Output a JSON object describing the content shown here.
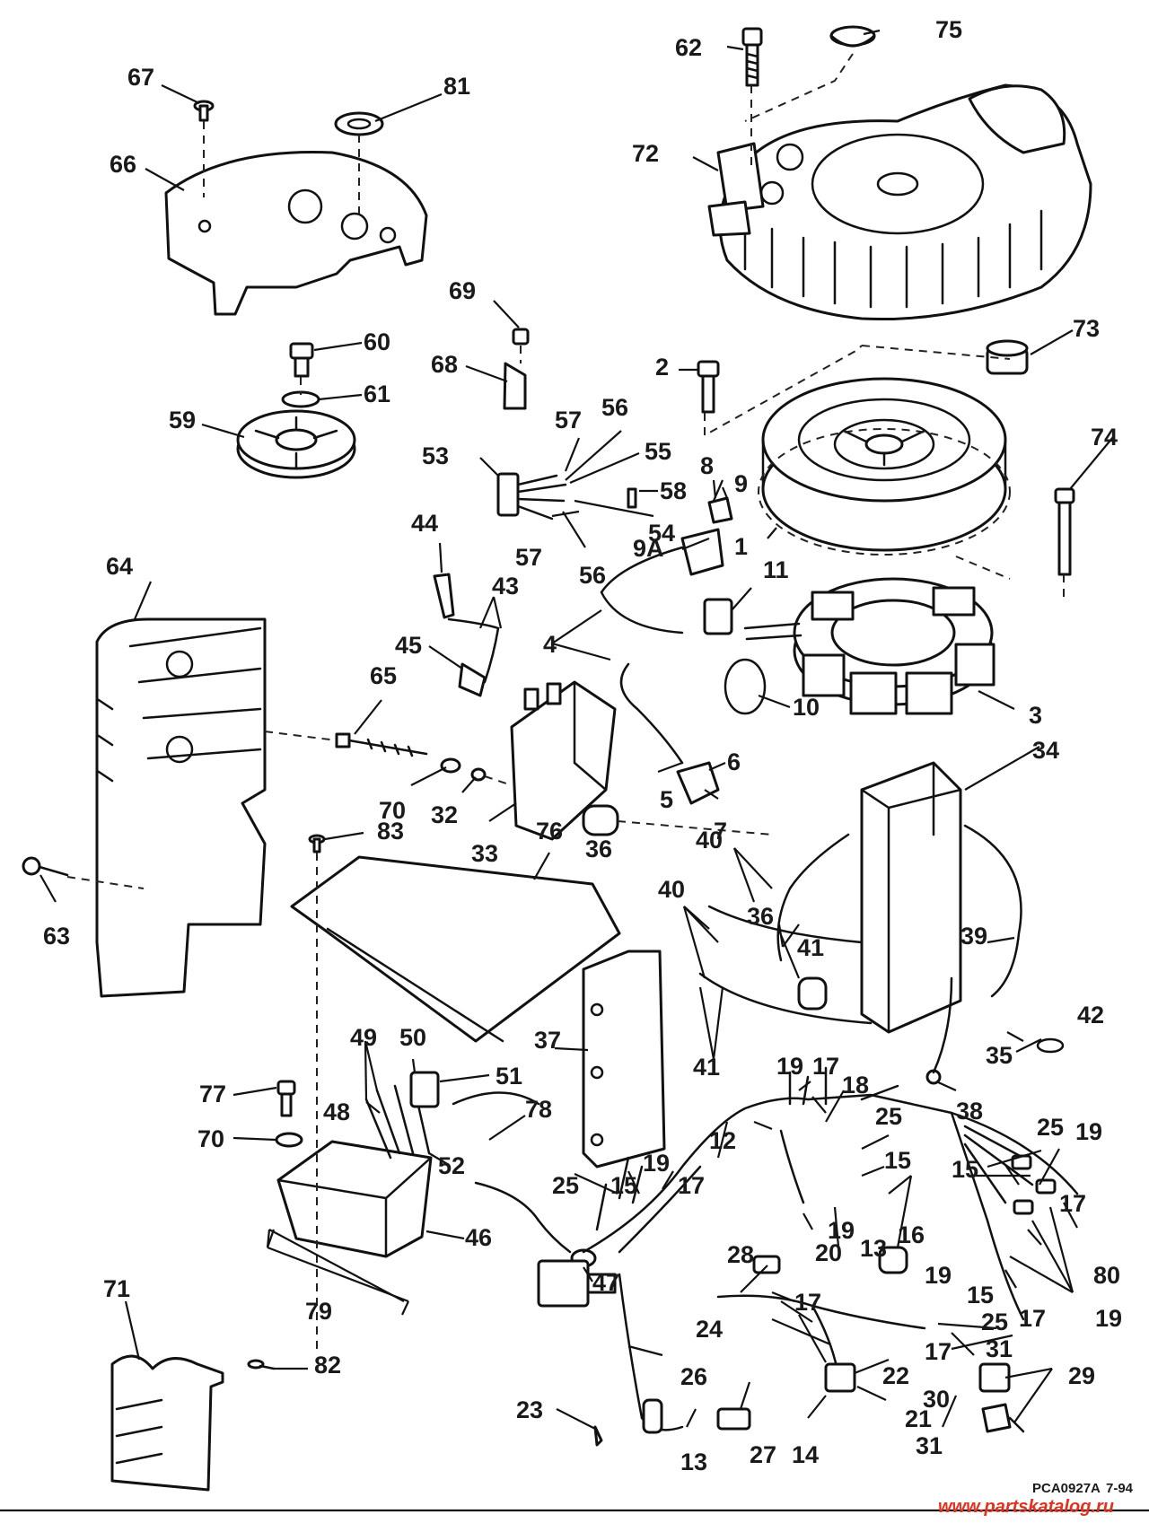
{
  "footer": {
    "code": "PCA0927A",
    "date": "7-94",
    "watermark": "www.partskatalog.ru"
  },
  "labels": {
    "l1": "1",
    "l2": "2",
    "l3": "3",
    "l4": "4",
    "l5": "5",
    "l6": "6",
    "l7": "7",
    "l8": "8",
    "l9": "9",
    "l9a": "9A",
    "l10": "10",
    "l11": "11",
    "l12": "12",
    "l13": "13",
    "l14": "14",
    "l15": "15",
    "l16": "16",
    "l17": "17",
    "l18": "18",
    "l19": "19",
    "l20": "20",
    "l21": "21",
    "l22": "22",
    "l23": "23",
    "l24": "24",
    "l25": "25",
    "l26": "26",
    "l27": "27",
    "l28": "28",
    "l29": "29",
    "l30": "30",
    "l31": "31",
    "l32": "32",
    "l33": "33",
    "l34": "34",
    "l35": "35",
    "l36": "36",
    "l37": "37",
    "l38": "38",
    "l39": "39",
    "l40": "40",
    "l41": "41",
    "l42": "42",
    "l43": "43",
    "l44": "44",
    "l45": "45",
    "l46": "46",
    "l47": "47",
    "l48": "48",
    "l49": "49",
    "l50": "50",
    "l51": "51",
    "l52": "52",
    "l53": "53",
    "l54": "54",
    "l55": "55",
    "l56": "56",
    "l57": "57",
    "l58": "58",
    "l59": "59",
    "l60": "60",
    "l61": "61",
    "l62": "62",
    "l63": "63",
    "l64": "64",
    "l65": "65",
    "l66": "66",
    "l67": "67",
    "l68": "68",
    "l69": "69",
    "l70": "70",
    "l71": "71",
    "l72": "72",
    "l73": "73",
    "l74": "74",
    "l75": "75",
    "l76": "76",
    "l77": "77",
    "l78": "78",
    "l79": "79",
    "l80": "80",
    "l81": "81",
    "l82": "82",
    "l83": "83"
  }
}
